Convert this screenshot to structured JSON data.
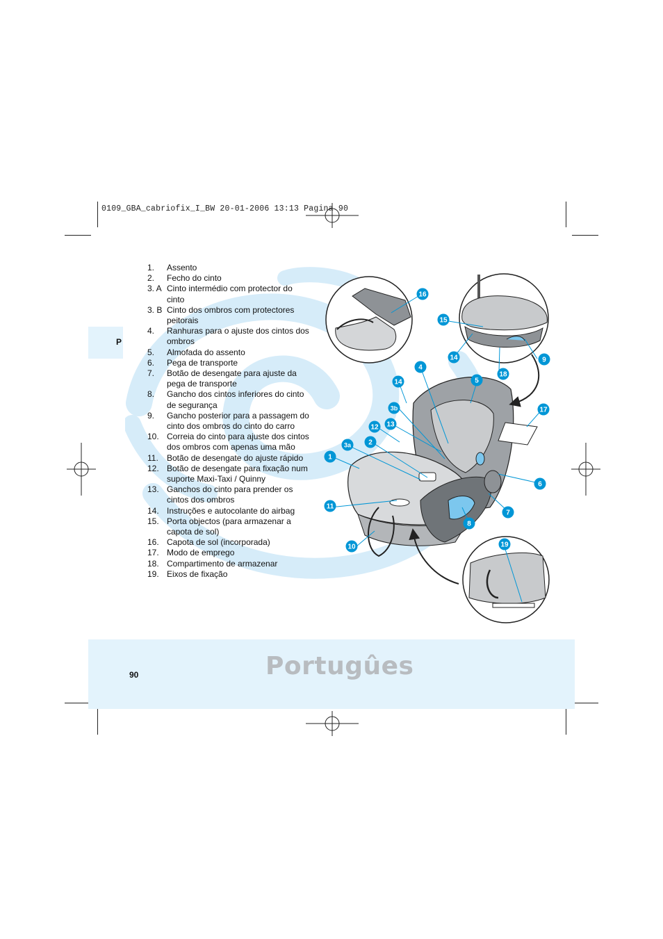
{
  "slug": "0109_GBA_cabriofix_I_BW  20-01-2006  13:13  Pagina 90",
  "language_tab": "P",
  "parts": [
    {
      "num": "1.",
      "text": "Assento"
    },
    {
      "num": "2.",
      "text": "Fecho do cinto"
    },
    {
      "num": "3. A",
      "text": "Cinto intermédio com protector do cinto"
    },
    {
      "num": "3. B",
      "text": "Cinto dos ombros com protectores peitorais"
    },
    {
      "num": "4.",
      "text": "Ranhuras para o ajuste dos cintos dos ombros"
    },
    {
      "num": "5.",
      "text": "Almofada do assento"
    },
    {
      "num": "6.",
      "text": "Pega de transporte"
    },
    {
      "num": "7.",
      "text": "Botão de desengate para ajuste da pega de transporte"
    },
    {
      "num": "8.",
      "text": "Gancho dos cintos inferiores do cinto de segurança"
    },
    {
      "num": "9.",
      "text": "Gancho posterior para a passagem do cinto dos ombros do cinto do carro"
    },
    {
      "num": "10.",
      "text": "Correia do cinto para ajuste dos cintos dos ombros com apenas uma mão"
    },
    {
      "num": "11.",
      "text": "Botão de desengate do ajuste rápido"
    },
    {
      "num": "12.",
      "text": "Botão de desengate para fixação num suporte Maxi-Taxi / Quinny"
    },
    {
      "num": "13.",
      "text": "Ganchos do cinto para prender os cintos dos ombros"
    },
    {
      "num": "14.",
      "text": "Instruções e autocolante do airbag"
    },
    {
      "num": "15.",
      "text": "Porta objectos (para armazenar a capota de sol)"
    },
    {
      "num": "16.",
      "text": "Capota de sol (incorporada)"
    },
    {
      "num": "17.",
      "text": "Modo de emprego"
    },
    {
      "num": "18.",
      "text": "Compartimento de armazenar"
    },
    {
      "num": "19.",
      "text": "Eixos de fixação"
    }
  ],
  "callouts": {
    "c1": "1",
    "c2": "2",
    "c3a": "3a",
    "c3b": "3b",
    "c4": "4",
    "c5": "5",
    "c6": "6",
    "c7": "7",
    "c8": "8",
    "c9": "9",
    "c10": "10",
    "c11": "11",
    "c12": "12",
    "c13": "13",
    "c14a": "14",
    "c14b": "14",
    "c15": "15",
    "c16": "16",
    "c17": "17",
    "c18": "18",
    "c19": "19"
  },
  "footer": {
    "page_number": "90",
    "title": "Portugûes"
  },
  "colors": {
    "accent": "#0096d6",
    "tint": "#e3f3fc",
    "watermark": "#d6ecf9",
    "title_gray": "#b8bcc0"
  },
  "icons": [
    "crop-mark-icon",
    "registration-mark-icon",
    "car-seat-icon",
    "canopy-icon"
  ]
}
